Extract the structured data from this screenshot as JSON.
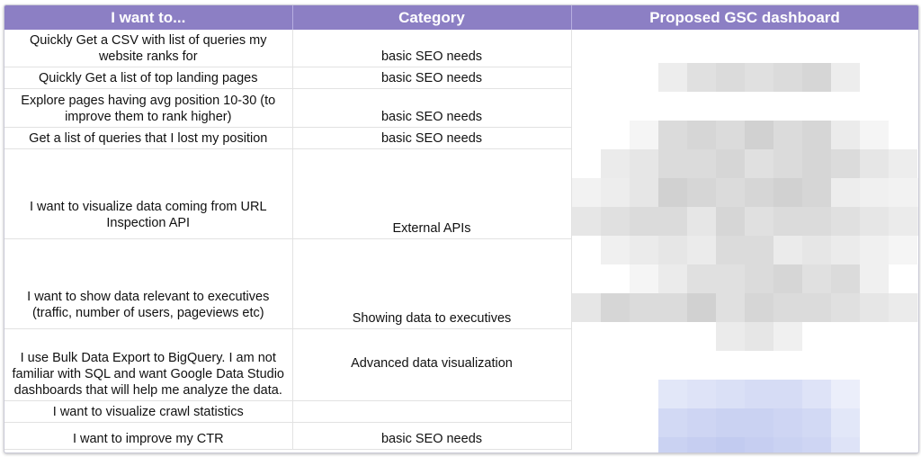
{
  "table": {
    "headers": [
      "I want to...",
      "Category",
      "Proposed GSC dashboard"
    ],
    "rows": [
      {
        "want": "Quickly Get a CSV with list of queries my website ranks for",
        "category": "basic SEO needs"
      },
      {
        "want": "Quickly Get a list of top landing pages",
        "category": "basic SEO needs"
      },
      {
        "want": "Explore pages having avg position 10-30 (to improve them to rank higher)",
        "category": "basic SEO needs"
      },
      {
        "want": "Get a list of queries that I lost my position",
        "category": "basic SEO needs"
      },
      {
        "want": "I want to visualize data coming from URL Inspection API",
        "category": "External APIs"
      },
      {
        "want": "I want to show data relevant to executives (traffic, number of users, pageviews etc)",
        "category": "Showing data to executives"
      },
      {
        "want": "I use Bulk Data Export to BigQuery. I am not familiar with SQL and want Google Data Studio dashboards that will help me analyze the data.",
        "category": "Advanced data visualization"
      },
      {
        "want": "I want to visualize crawl statistics",
        "category": ""
      },
      {
        "want": "I want to improve my CTR",
        "category": "basic SEO needs"
      }
    ]
  },
  "colors": {
    "header_bg": "#8c7fc4",
    "header_text": "#ffffff",
    "mosaic_gray": "#c8c8c8",
    "mosaic_blue": "#d4daf4"
  }
}
